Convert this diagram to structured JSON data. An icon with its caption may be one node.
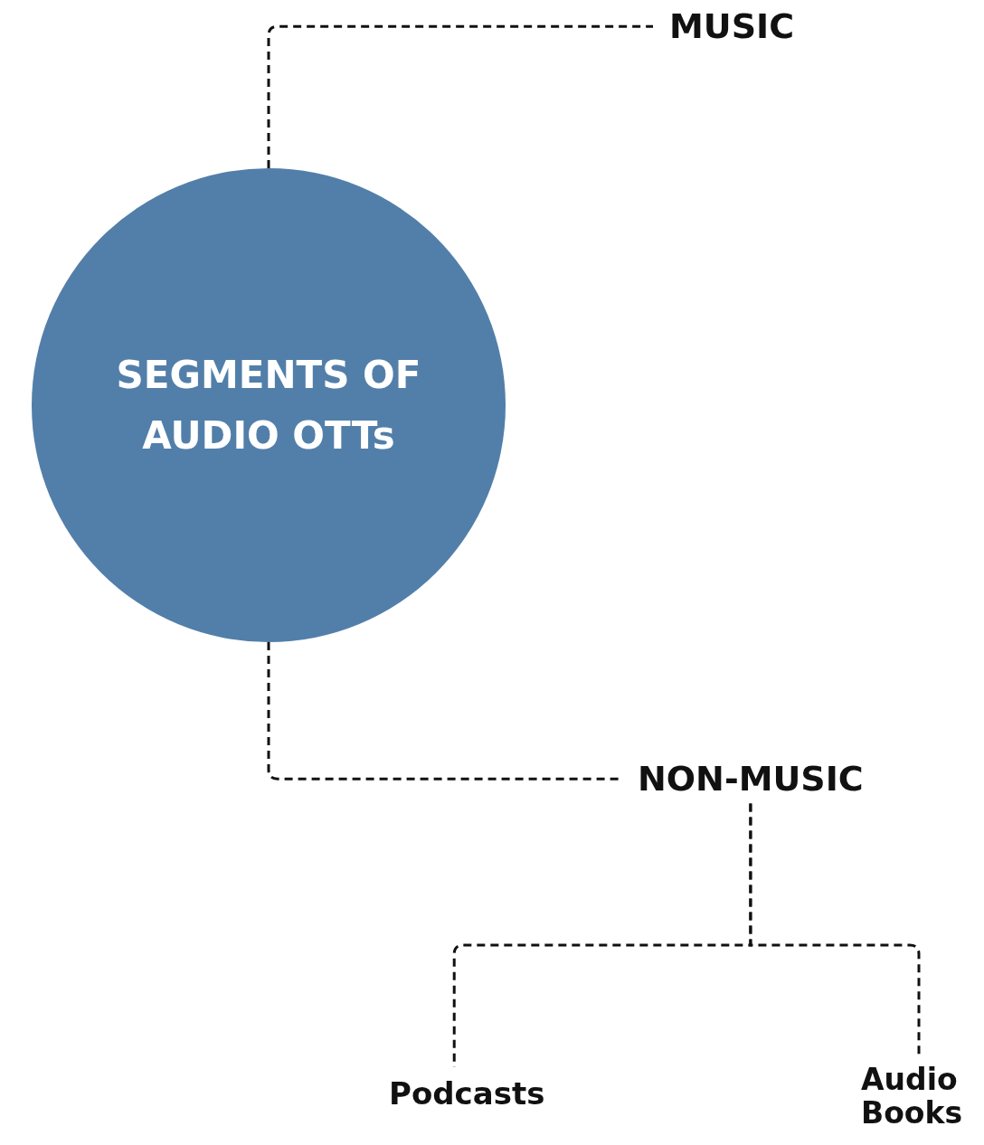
{
  "diagram": {
    "nodes": [
      {
        "text": [
          "SEGMENTS OF AUDIO OTTs"
        ]
      },
      {
        "text": [
          "MUSIC"
        ]
      },
      {
        "text": [
          "NON-MUSIC"
        ]
      },
      {
        "text": [
          "Podcasts"
        ]
      },
      {
        "text": [
          "Audio Books"
        ]
      }
    ],
    "edges": [
      {
        "from": 0,
        "to": 1,
        "arrow": "none",
        "style": "dashed"
      },
      {
        "from": 0,
        "to": 2,
        "arrow": "none",
        "style": "dashed"
      },
      {
        "from": 2,
        "to": 3,
        "arrow": "none",
        "style": "dashed"
      },
      {
        "from": 2,
        "to": 4,
        "arrow": "none",
        "style": "dashed"
      }
    ]
  }
}
